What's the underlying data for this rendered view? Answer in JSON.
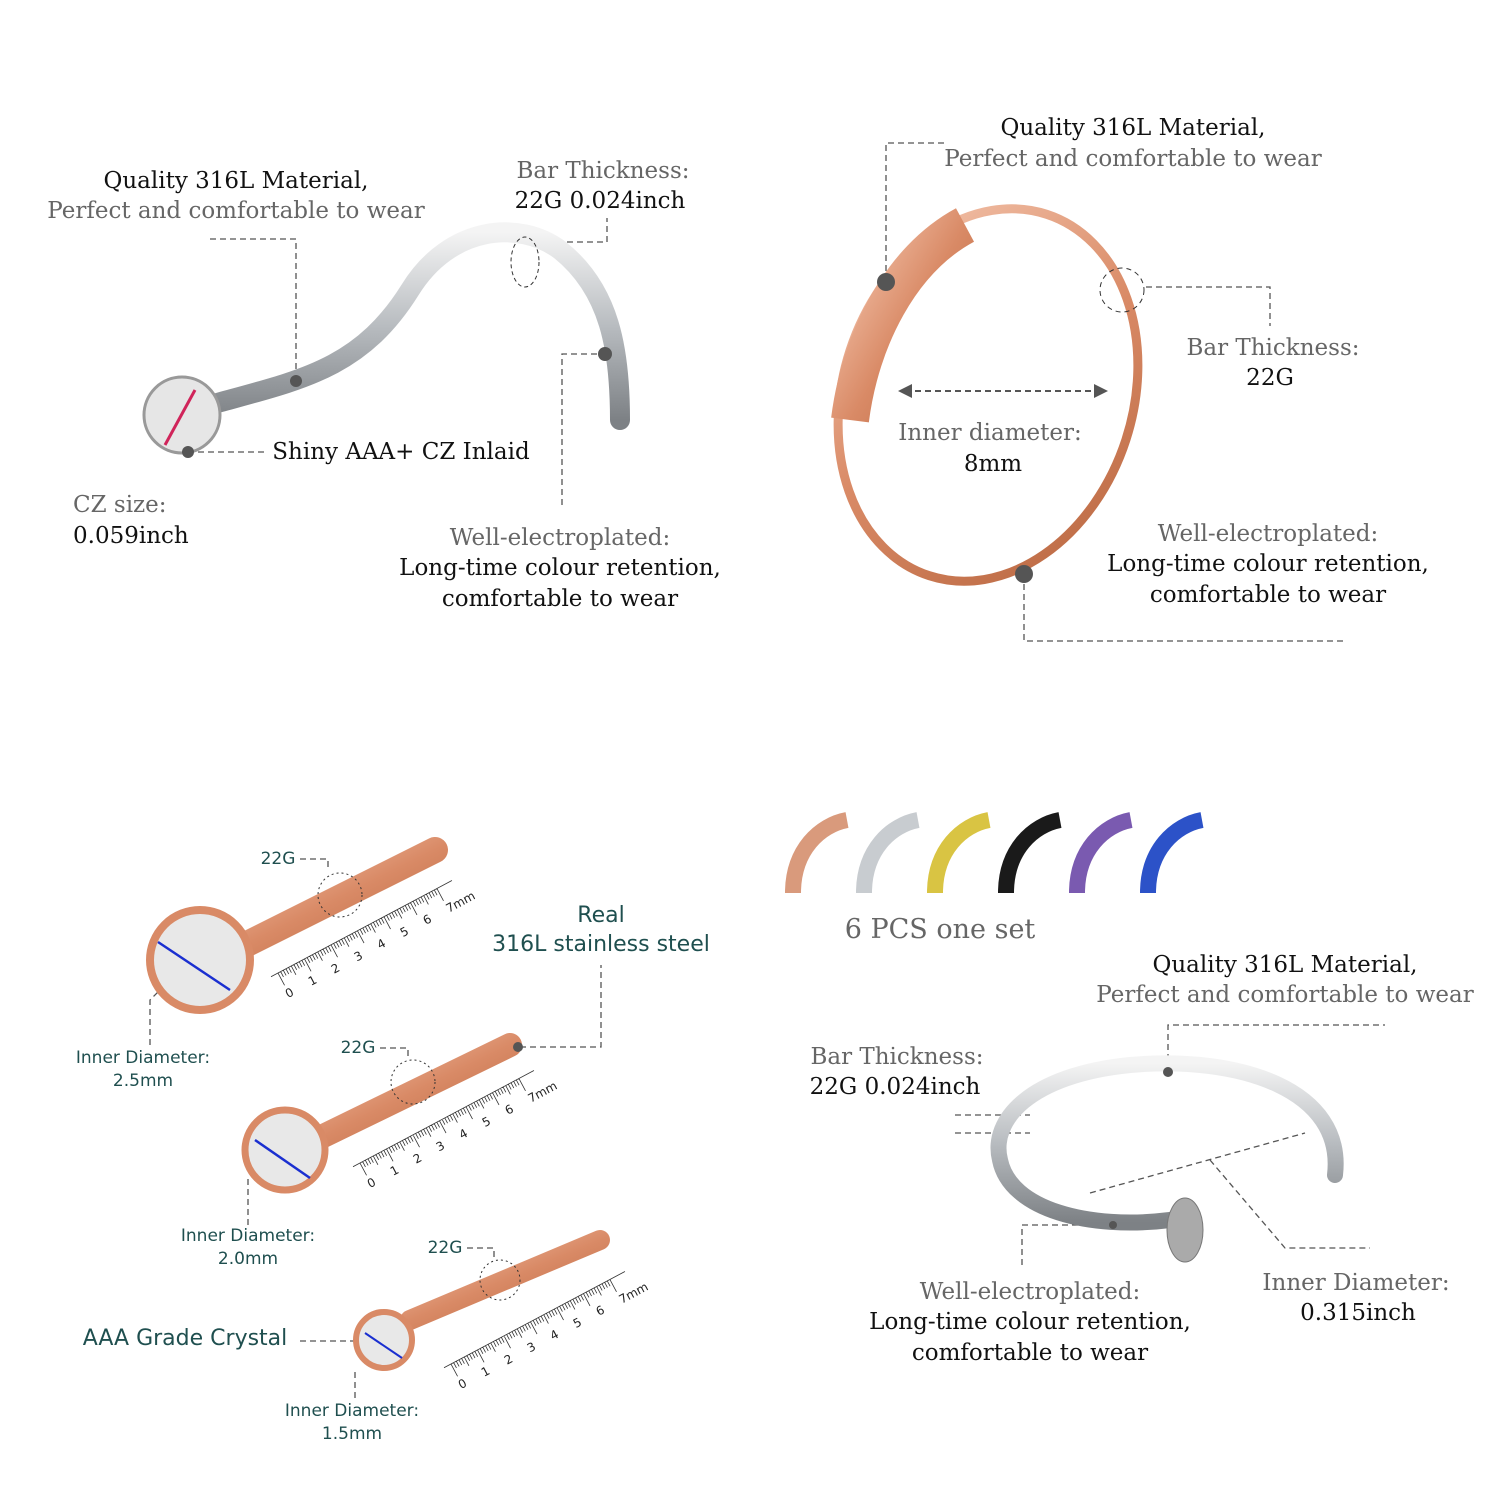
{
  "panel_screw": {
    "material_title": "Quality 316L Material,",
    "material_sub": "Perfect and comfortable to wear",
    "bar_title": "Bar Thickness:",
    "bar_value": "22G 0.024inch",
    "cz_label": "Shiny AAA+ CZ Inlaid",
    "cz_size_title": "CZ size:",
    "cz_size_value": "0.059inch",
    "plating_title": "Well-electroplated:",
    "plating_line1": "Long-time colour retention,",
    "plating_line2": "comfortable to wear"
  },
  "panel_hoop": {
    "material_title": "Quality 316L Material,",
    "material_sub": "Perfect and comfortable to wear",
    "bar_title": "Bar Thickness:",
    "bar_value": "22G",
    "diameter_title": "Inner diameter:",
    "diameter_value": "8mm",
    "plating_title": "Well-electroplated:",
    "plating_line1": "Long-time colour retention,",
    "plating_line2": "comfortable to wear"
  },
  "panel_studs": {
    "gauge": "22G",
    "steel_line1": "Real",
    "steel_line2": "316L stainless steel",
    "crystal_label": "AAA Grade Crystal",
    "diameter_title": "Inner Diameter:",
    "studs": [
      {
        "diameter": "2.5mm"
      },
      {
        "diameter": "2.0mm"
      },
      {
        "diameter": "1.5mm"
      }
    ],
    "ruler_ticks": [
      "0",
      "1",
      "2",
      "3",
      "4",
      "5",
      "6",
      "7mm"
    ]
  },
  "panel_set": {
    "set_label": "6 PCS one set",
    "swatch_colors": [
      "#d99a7c",
      "#c8ccd0",
      "#d9c443",
      "#1a1a1a",
      "#7a5ab0",
      "#2c52c8"
    ],
    "material_title": "Quality 316L Material,",
    "material_sub": "Perfect and comfortable to wear",
    "bar_title": "Bar Thickness:",
    "bar_value": "22G 0.024inch",
    "diameter_title": "Inner Diameter:",
    "diameter_value": "0.315inch",
    "plating_title": "Well-electroplated:",
    "plating_line1": "Long-time colour retention,",
    "plating_line2": "comfortable to wear"
  }
}
